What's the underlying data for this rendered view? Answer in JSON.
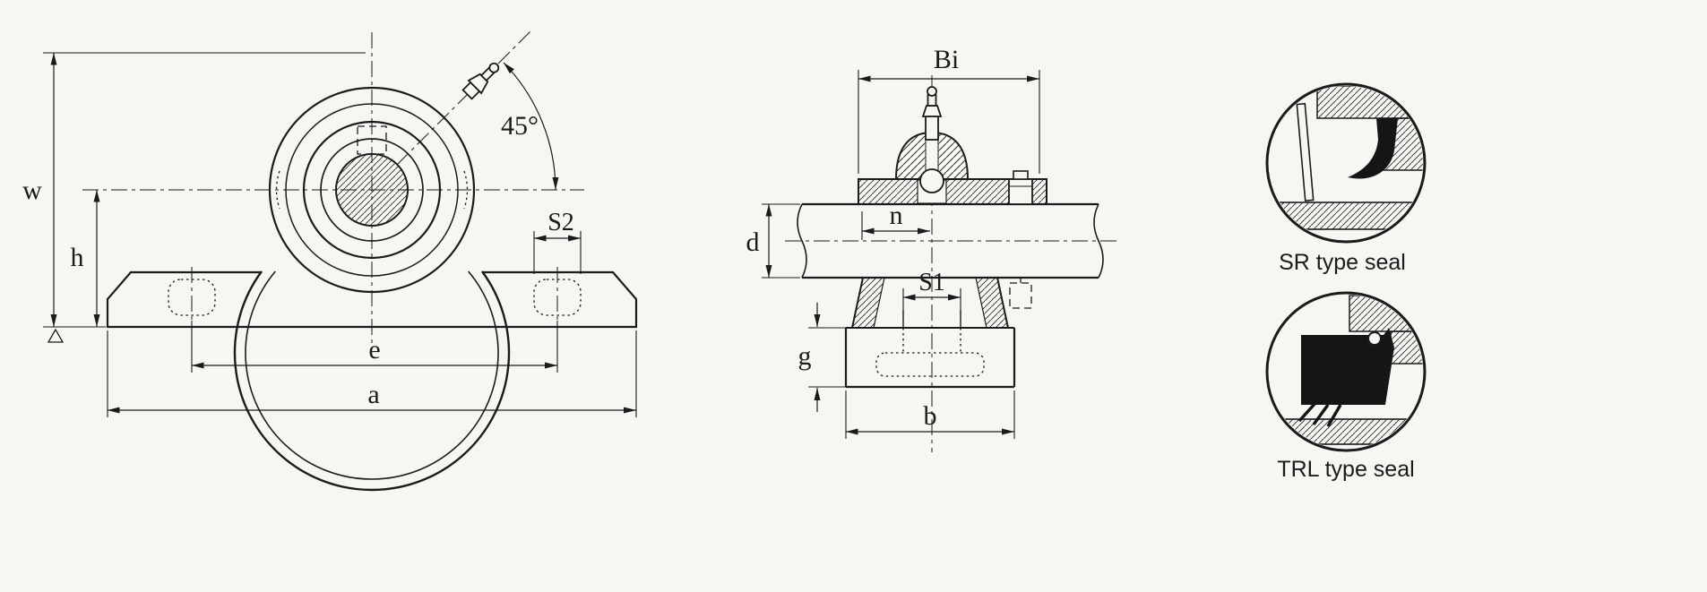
{
  "drawing": {
    "kind": "pillow-block-bearing-dimensional-diagram",
    "front_view": {
      "dim_w": "w",
      "dim_h": "h",
      "dim_e": "e",
      "dim_a": "a",
      "dim_s2": "S2",
      "grease_angle": "45°"
    },
    "side_view": {
      "dim_bi": "Bi",
      "dim_n": "n",
      "dim_d": "d",
      "dim_s1": "S1",
      "dim_g": "g",
      "dim_b": "b"
    },
    "seal_details": {
      "sr_label": "SR type seal",
      "trl_label": "TRL type seal"
    },
    "colors": {
      "ink": "#1b1b1b",
      "background": "#f6f6f3"
    }
  }
}
